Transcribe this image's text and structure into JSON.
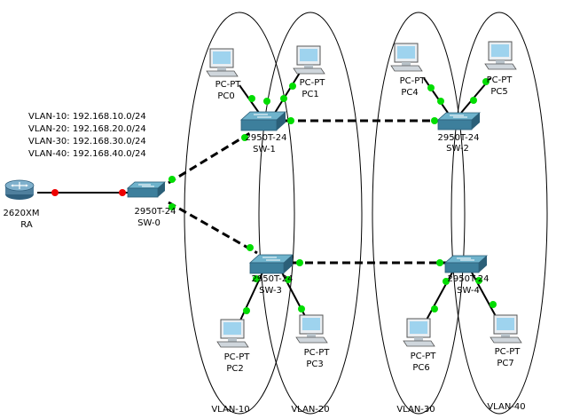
{
  "notes": [
    "VLAN-10: 192.168.10.0/24",
    "VLAN-20: 192.168.20.0/24",
    "VLAN-30: 192.168.30.0/24",
    "VLAN-40: 192.168.40.0/24"
  ],
  "router": {
    "model": "2620XM",
    "name": "RA"
  },
  "switches": [
    {
      "id": "sw0",
      "model": "2950T-24",
      "name": "SW-0"
    },
    {
      "id": "sw1",
      "model": "2950T-24",
      "name": "SW-1"
    },
    {
      "id": "sw2",
      "model": "2950T-24",
      "name": "SW-2"
    },
    {
      "id": "sw3",
      "model": "2950T-24",
      "name": "SW-3"
    },
    {
      "id": "sw4",
      "model": "2950T-24",
      "name": "SW-4"
    }
  ],
  "pcs": [
    {
      "id": "pc0",
      "model": "PC-PT",
      "name": "PC0"
    },
    {
      "id": "pc1",
      "model": "PC-PT",
      "name": "PC1"
    },
    {
      "id": "pc2",
      "model": "PC-PT",
      "name": "PC2"
    },
    {
      "id": "pc3",
      "model": "PC-PT",
      "name": "PC3"
    },
    {
      "id": "pc4",
      "model": "PC-PT",
      "name": "PC4"
    },
    {
      "id": "pc5",
      "model": "PC-PT",
      "name": "PC5"
    },
    {
      "id": "pc6",
      "model": "PC-PT",
      "name": "PC6"
    },
    {
      "id": "pc7",
      "model": "PC-PT",
      "name": "PC7"
    }
  ],
  "vlans": [
    "VLAN-10",
    "VLAN-20",
    "VLAN-30",
    "VLAN-40"
  ],
  "links": [
    {
      "from": "RA",
      "to": "SW-0",
      "style": "solid"
    },
    {
      "from": "SW-0",
      "to": "SW-1",
      "style": "dashed"
    },
    {
      "from": "SW-0",
      "to": "SW-3",
      "style": "dashed"
    },
    {
      "from": "SW-1",
      "to": "SW-2",
      "style": "dashed"
    },
    {
      "from": "SW-3",
      "to": "SW-4",
      "style": "dashed"
    },
    {
      "from": "SW-1",
      "to": "PC0",
      "style": "solid"
    },
    {
      "from": "SW-1",
      "to": "PC1",
      "style": "solid"
    },
    {
      "from": "SW-2",
      "to": "PC4",
      "style": "solid"
    },
    {
      "from": "SW-2",
      "to": "PC5",
      "style": "solid"
    },
    {
      "from": "SW-3",
      "to": "PC2",
      "style": "solid"
    },
    {
      "from": "SW-3",
      "to": "PC3",
      "style": "solid"
    },
    {
      "from": "SW-4",
      "to": "PC6",
      "style": "solid"
    },
    {
      "from": "SW-4",
      "to": "PC7",
      "style": "solid"
    }
  ],
  "colors": {
    "link_light": "#00dd00",
    "link_light_router": "#ee0000",
    "switch_face": "#3d7f9c",
    "switch_top": "#6fb3cc",
    "router_body": "#4f7f9d",
    "pc_screen": "#9ed3ee",
    "line": "#000000"
  }
}
